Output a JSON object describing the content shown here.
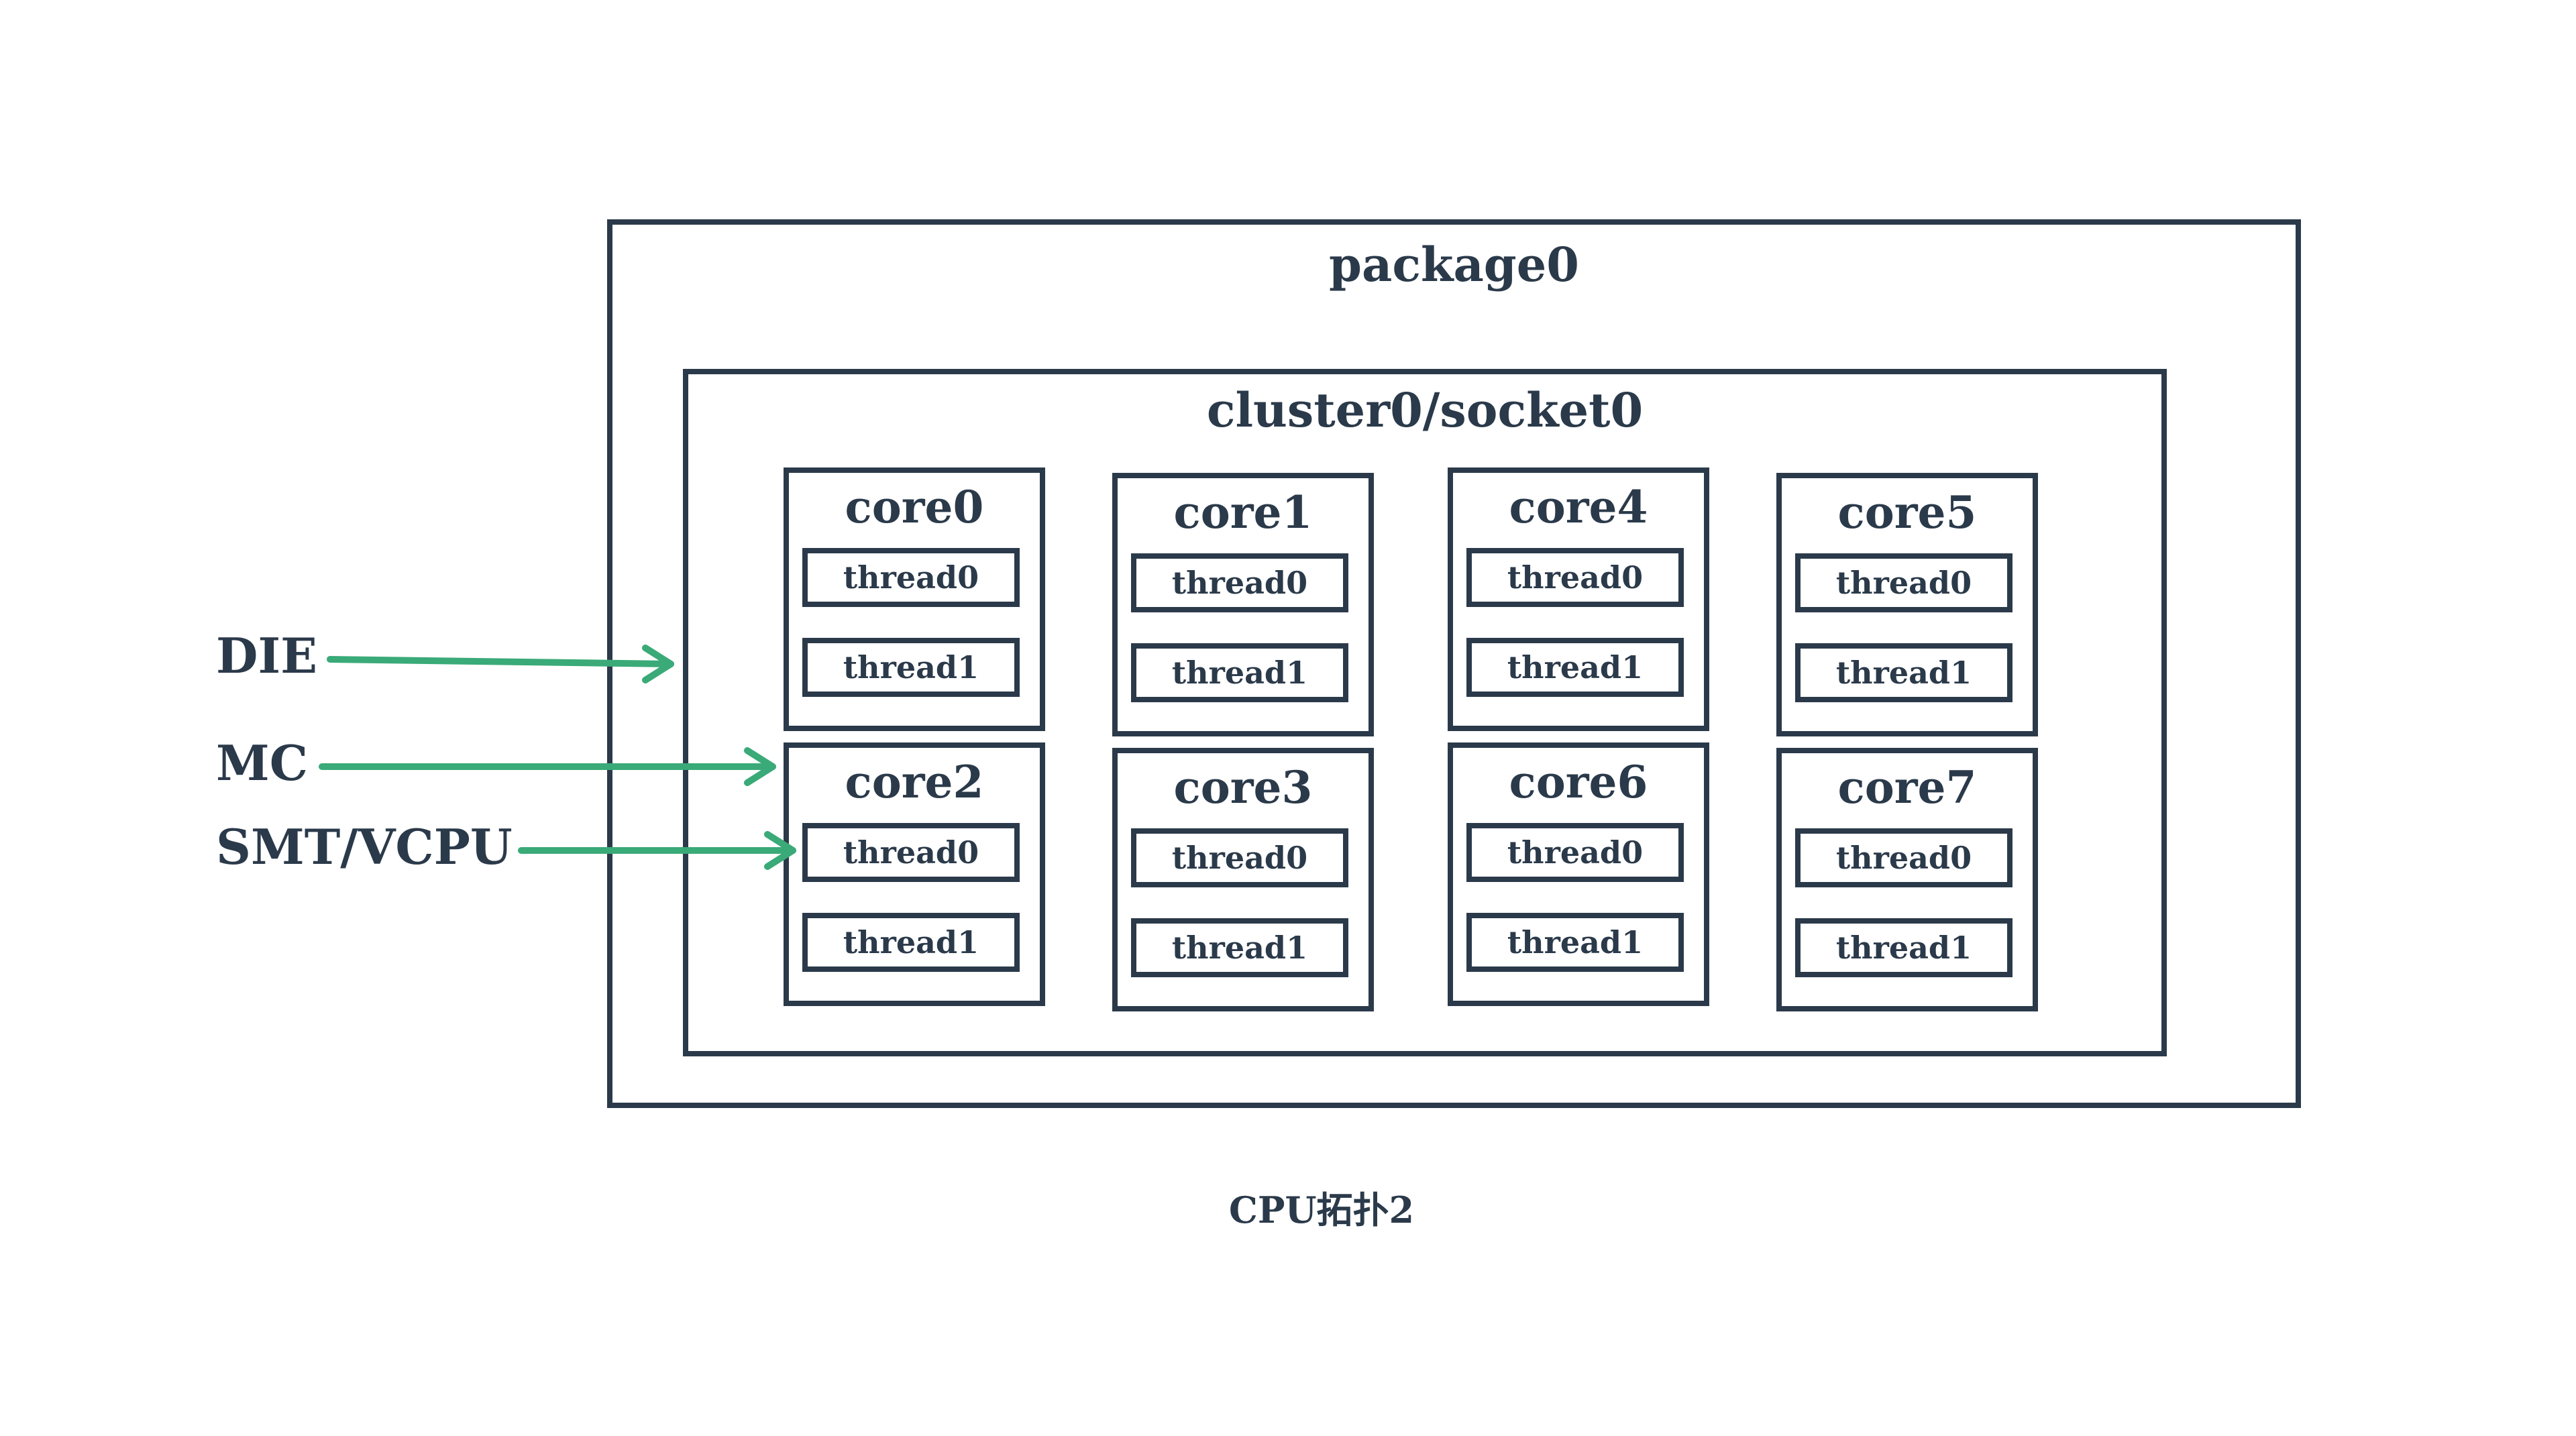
{
  "package": {
    "label": "package0"
  },
  "cluster": {
    "label": "cluster0/socket0"
  },
  "cores": [
    {
      "name": "core0",
      "threads": [
        "thread0",
        "thread1"
      ]
    },
    {
      "name": "core1",
      "threads": [
        "thread0",
        "thread1"
      ]
    },
    {
      "name": "core4",
      "threads": [
        "thread0",
        "thread1"
      ]
    },
    {
      "name": "core5",
      "threads": [
        "thread0",
        "thread1"
      ]
    },
    {
      "name": "core2",
      "threads": [
        "thread0",
        "thread1"
      ]
    },
    {
      "name": "core3",
      "threads": [
        "thread0",
        "thread1"
      ]
    },
    {
      "name": "core6",
      "threads": [
        "thread0",
        "thread1"
      ]
    },
    {
      "name": "core7",
      "threads": [
        "thread0",
        "thread1"
      ]
    }
  ],
  "levels": [
    "DIE",
    "MC",
    "SMT/VCPU"
  ],
  "caption": "CPU拓扑2",
  "colors": {
    "border": "#2b3a4a",
    "arrow": "#3aaa78",
    "text": "#2b3a4a"
  }
}
